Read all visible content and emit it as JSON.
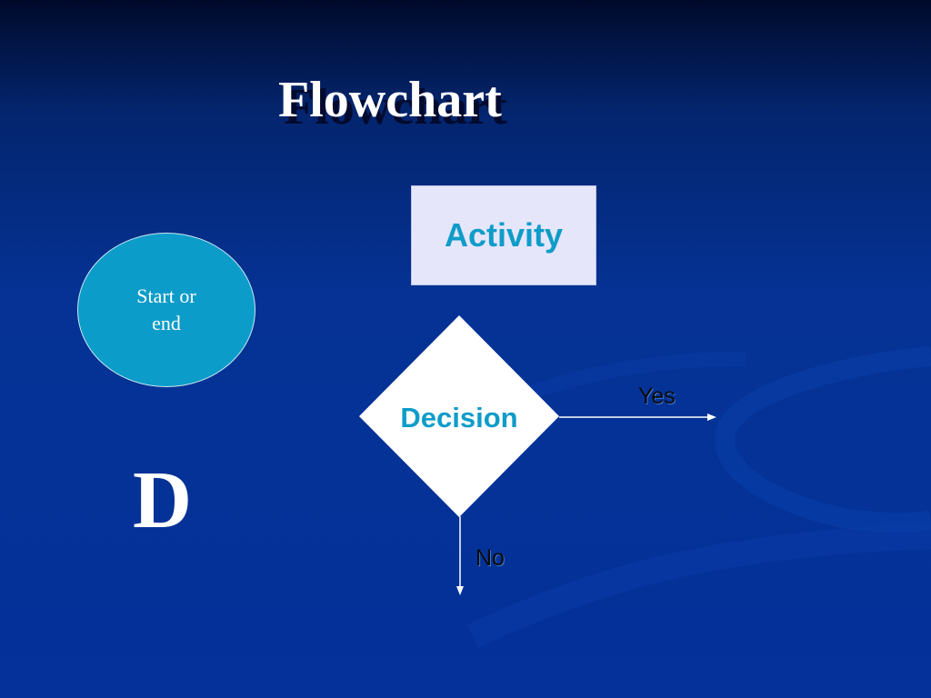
{
  "slide": {
    "title": "Flowchart",
    "background_color": "#04319a"
  },
  "shapes": {
    "terminator": {
      "label": "Start or end",
      "fill": "#0c9cc9"
    },
    "process": {
      "label": "Activity",
      "fill": "#e6e6fa",
      "text_color": "#0e9cc9"
    },
    "decision": {
      "label": "Decision",
      "fill": "#ffffff",
      "text_color": "#0e9cc9"
    }
  },
  "connectors": {
    "yes_label": "Yes",
    "no_label": "No"
  },
  "letter": "D"
}
